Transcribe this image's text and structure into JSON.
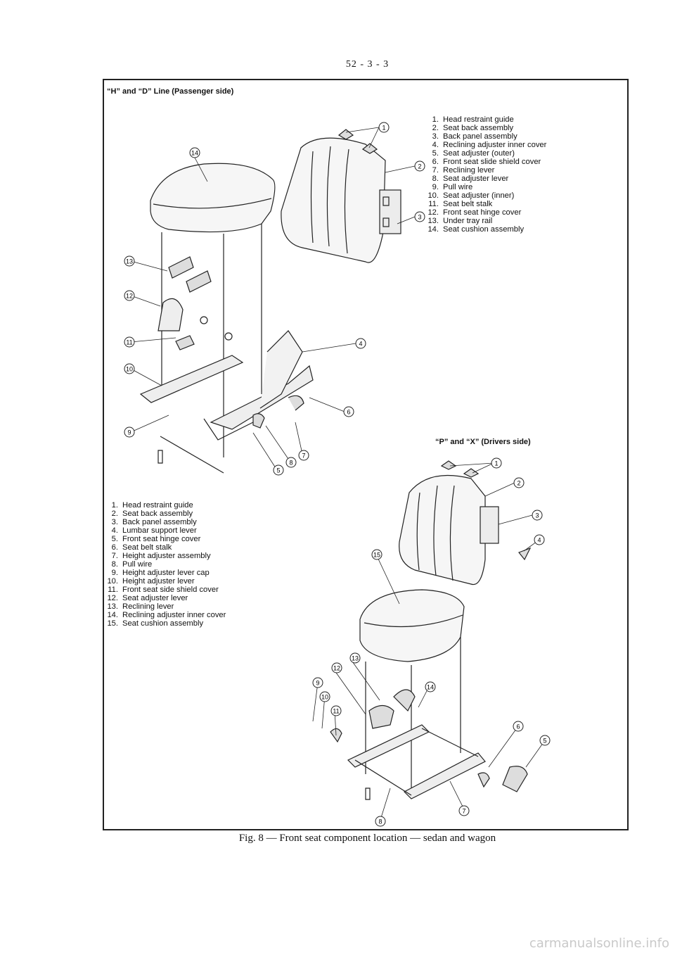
{
  "page_number": "52 - 3 - 3",
  "passenger": {
    "title": "“H” and “D” Line (Passenger side)",
    "legend": [
      {
        "num": "1.",
        "label": "Head restraint guide"
      },
      {
        "num": "2.",
        "label": "Seat back assembly"
      },
      {
        "num": "3.",
        "label": "Back panel assembly"
      },
      {
        "num": "4.",
        "label": "Reclining adjuster inner cover"
      },
      {
        "num": "5.",
        "label": "Seat adjuster (outer)"
      },
      {
        "num": "6.",
        "label": "Front seat slide shield cover"
      },
      {
        "num": "7.",
        "label": "Reclining lever"
      },
      {
        "num": "8.",
        "label": "Seat adjuster lever"
      },
      {
        "num": "9.",
        "label": "Pull wire"
      },
      {
        "num": "10.",
        "label": "Seat adjuster (inner)"
      },
      {
        "num": "11.",
        "label": "Seat belt stalk"
      },
      {
        "num": "12.",
        "label": "Front seat hinge cover"
      },
      {
        "num": "13.",
        "label": "Under tray rail"
      },
      {
        "num": "14.",
        "label": "Seat cushion assembly"
      }
    ],
    "callouts": [
      "1",
      "2",
      "3",
      "4",
      "5",
      "6",
      "7",
      "8",
      "9",
      "10",
      "11",
      "12",
      "13",
      "14"
    ]
  },
  "driver": {
    "title": "“P” and “X” (Drivers side)",
    "legend": [
      {
        "num": "1.",
        "label": "Head restraint guide"
      },
      {
        "num": "2.",
        "label": "Seat back assembly"
      },
      {
        "num": "3.",
        "label": "Back panel assembly"
      },
      {
        "num": "4.",
        "label": "Lumbar support lever"
      },
      {
        "num": "5.",
        "label": "Front seat hinge cover"
      },
      {
        "num": "6.",
        "label": "Seat belt stalk"
      },
      {
        "num": "7.",
        "label": "Height adjuster assembly"
      },
      {
        "num": "8.",
        "label": "Pull wire"
      },
      {
        "num": "9.",
        "label": "Height adjuster lever cap"
      },
      {
        "num": "10.",
        "label": "Height adjuster lever"
      },
      {
        "num": "11.",
        "label": "Front seat side shield cover"
      },
      {
        "num": "12.",
        "label": "Seat adjuster lever"
      },
      {
        "num": "13.",
        "label": "Reclining lever"
      },
      {
        "num": "14.",
        "label": "Reclining adjuster inner cover"
      },
      {
        "num": "15.",
        "label": "Seat cushion assembly"
      }
    ],
    "callouts": [
      "1",
      "2",
      "3",
      "4",
      "5",
      "6",
      "7",
      "8",
      "9",
      "10",
      "11",
      "12",
      "13",
      "14",
      "15"
    ]
  },
  "caption": "Fig. 8 — Front seat component location — sedan and wagon",
  "watermark": "carmanualsonline.info"
}
